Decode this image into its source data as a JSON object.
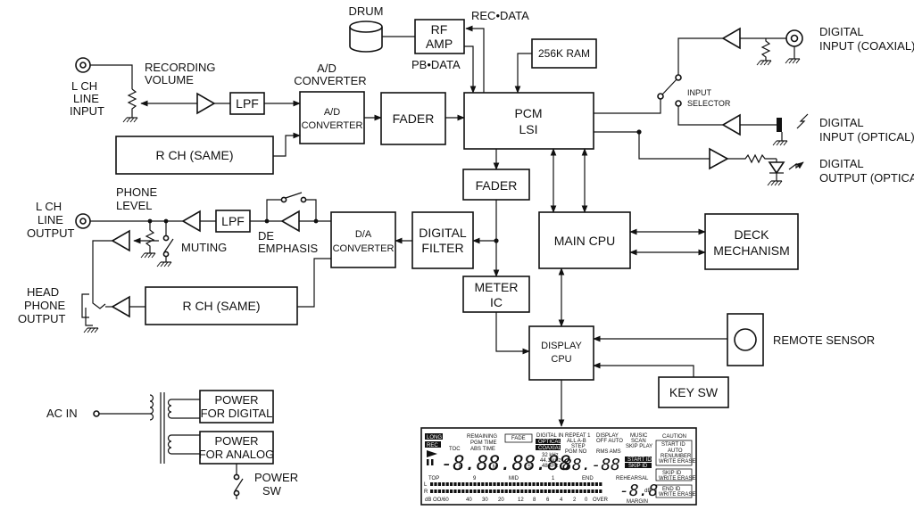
{
  "blocks": {
    "drum": "DRUM",
    "rf_amp_1": "RF",
    "rf_amp_2": "AMP",
    "rec_data": "REC•DATA",
    "pb_data": "PB•DATA",
    "ram": "256K RAM",
    "lpf_rec": "LPF",
    "ad_title_1": "A/D",
    "ad_title_2": "CONVERTER",
    "ad_box_1": "A/D",
    "ad_box_2": "CONVERTER",
    "fader_rec": "FADER",
    "pcm_1": "PCM",
    "pcm_2": "LSI",
    "rch_rec": "R CH (SAME)",
    "fader_pb": "FADER",
    "lpf_pb": "LPF",
    "da_1": "D/A",
    "da_2": "CONVERTER",
    "digital_filter_1": "DIGITAL",
    "digital_filter_2": "FILTER",
    "main_cpu": "MAIN CPU",
    "deck_1": "DECK",
    "deck_2": "MECHANISM",
    "meter_1": "METER",
    "meter_2": "IC",
    "rch_pb": "R CH (SAME)",
    "display_cpu_1": "DISPLAY",
    "display_cpu_2": "CPU",
    "key_sw": "KEY SW",
    "power_digital_1": "POWER",
    "power_digital_2": "FOR DIGITAL",
    "power_analog_1": "POWER",
    "power_analog_2": "FOR ANALOG"
  },
  "labels": {
    "recording_volume_1": "RECORDING",
    "recording_volume_2": "VOLUME",
    "lch_line_input_1": "L CH",
    "lch_line_input_2": "LINE",
    "lch_line_input_3": "INPUT",
    "lch_line_output_1": "L CH",
    "lch_line_output_2": "LINE",
    "lch_line_output_3": "OUTPUT",
    "phone_level_1": "PHONE",
    "phone_level_2": "LEVEL",
    "muting": "MUTING",
    "de_emphasis_1": "DE",
    "de_emphasis_2": "EMPHASIS",
    "headphone_1": "HEAD",
    "headphone_2": "PHONE",
    "headphone_3": "OUTPUT",
    "digital_input_coax_1": "DIGITAL",
    "digital_input_coax_2": "INPUT (COAXIAL)",
    "input_selector_1": "INPUT",
    "input_selector_2": "SELECTOR",
    "digital_input_opt_1": "DIGITAL",
    "digital_input_opt_2": "INPUT (OPTICAL)",
    "digital_output_opt_1": "DIGITAL",
    "digital_output_opt_2": "OUTPUT (OPTICAL)",
    "remote_sensor": "REMOTE SENSOR",
    "ac_in": "AC IN",
    "power_sw_1": "POWER",
    "power_sw_2": "SW"
  },
  "display_panel": {
    "long": "LONG",
    "rec": "REC",
    "toc": "TOC",
    "remaining": "REMAINING",
    "pgm_time": "PGM TIME",
    "abs_time": "ABS TIME",
    "fade": "FADE",
    "digital_in": "DIGITAL IN",
    "optical": "OPTICAL",
    "coaxial": "COAXIAL",
    "khz_32": "32 kHz",
    "khz_44": "44.1 kHz",
    "khz_48": "48 kHz",
    "repeat": "REPEAT 1",
    "all_ab": "ALL A-B",
    "step": "STEP",
    "pgm_no": "PGM NO",
    "display": "DISPLAY",
    "off_auto": "OFF AUTO",
    "rms_ams": "RMS AMS",
    "music_scan": "MUSIC",
    "scan": "SCAN",
    "skip_play": "SKIP PLAY",
    "start_id_inv": "START ID",
    "skip_id_inv": "SKIP ID",
    "caution": "CAUTION",
    "start_id": "START ID",
    "auto": "AUTO",
    "renumber": "RENUMBER",
    "write_erase_1": "WRITE ERASE",
    "skip_id": "SKIP ID",
    "write_erase_2": "WRITE ERASE",
    "end_id": "END ID",
    "write_erase_3": "WRITE ERASE",
    "rehearsal": "REHEARSAL",
    "margin": "MARGIN",
    "db_unit": "dB",
    "seg_time": "-8.88.88.88",
    "seg_h": "H",
    "seg_m": "M",
    "seg_s": "S",
    "seg_pgm": "88.-88",
    "seg_margin": "-8.8",
    "meter_top_labels": [
      "TOP",
      "9",
      "MID",
      "1",
      "END"
    ],
    "meter_l": "L",
    "meter_r": "R",
    "meter_scale": [
      "dB OO/60",
      "40",
      "30",
      "20",
      "12",
      "8",
      "6",
      "4",
      "2",
      "0",
      "OVER"
    ]
  }
}
